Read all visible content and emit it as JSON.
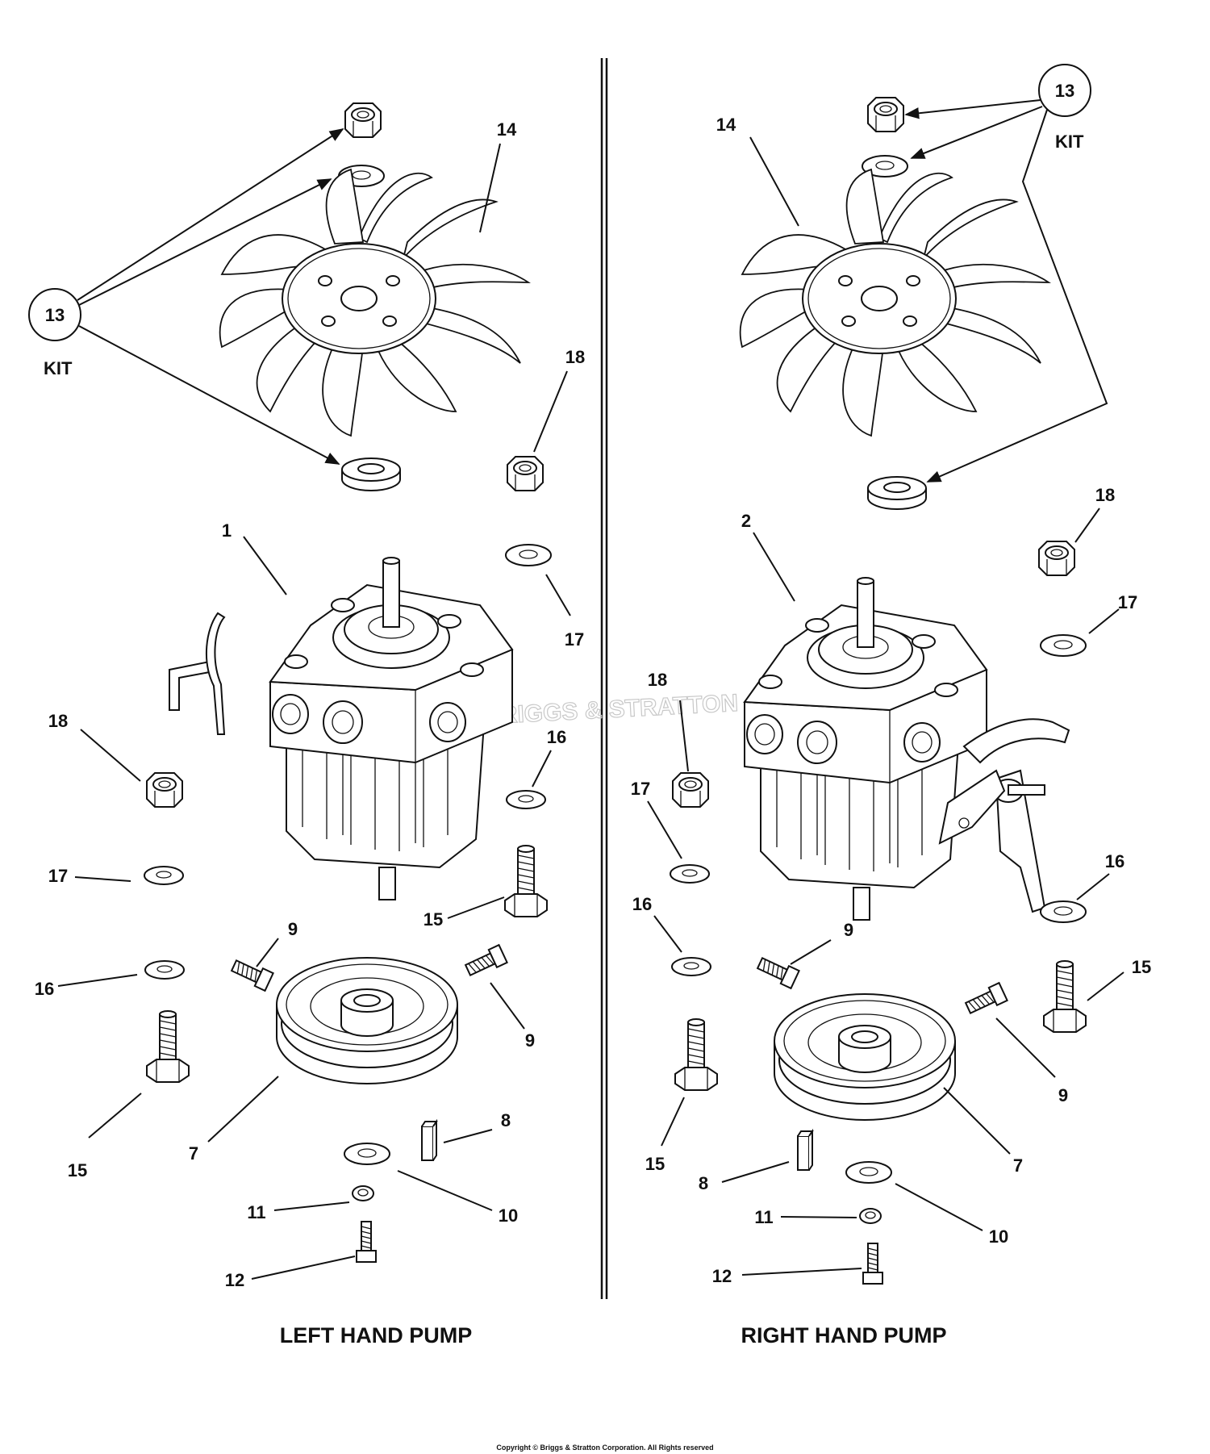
{
  "panels": {
    "left": {
      "caption": "LEFT HAND PUMP",
      "kit_label": "KIT",
      "callouts": {
        "kit": "13",
        "fan": "14",
        "pump": "1",
        "nut_top": "18",
        "washer_top": "17",
        "nut_left": "18",
        "washer_left_17": "17",
        "washer_left_16": "16",
        "bolt_left": "15",
        "washer_right": "16",
        "bolt_right": "15",
        "setscrew_a": "9",
        "setscrew_b": "9",
        "pulley": "7",
        "key": "8",
        "washer_10": "10",
        "lockwasher": "11",
        "screw": "12"
      }
    },
    "right": {
      "caption": "RIGHT HAND PUMP",
      "kit_label": "KIT",
      "callouts": {
        "kit": "13",
        "fan": "14",
        "pump": "2",
        "nut_top": "18",
        "washer_top": "17",
        "nut_left": "18",
        "washer_left_17": "17",
        "washer_left_16": "16",
        "bolt_left": "15",
        "washer_right": "16",
        "bolt_right": "15",
        "setscrew_a": "9",
        "setscrew_b": "9",
        "pulley": "7",
        "key": "8",
        "washer_10": "10",
        "lockwasher": "11",
        "screw": "12"
      }
    }
  },
  "watermark": "BRIGGS & STRATTON",
  "copyright": "Copyright © Briggs & Stratton Corporation. All Rights reserved"
}
